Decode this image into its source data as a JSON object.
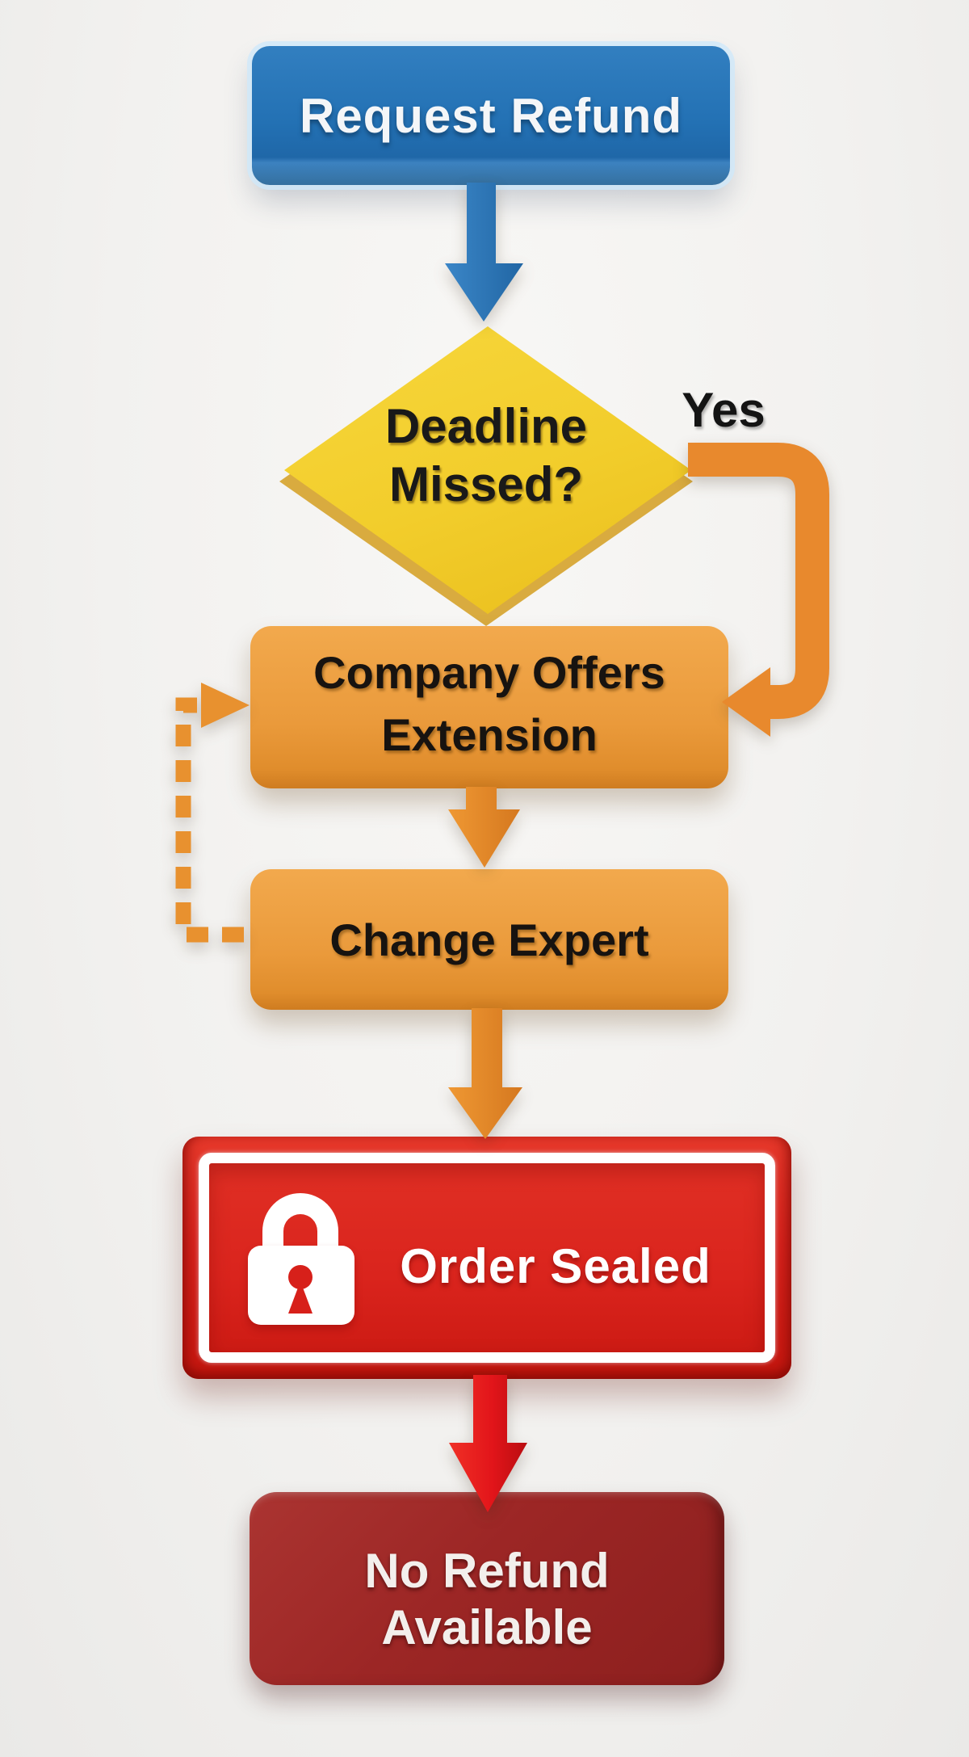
{
  "diagram": {
    "type": "flowchart",
    "background_color": "#f2f1ef"
  },
  "nodes": {
    "request_refund": {
      "label": "Request Refund",
      "shape": "rounded-rectangle",
      "fill": "#2371b4",
      "text_color": "#ffffff"
    },
    "deadline_missed": {
      "line1": "Deadline",
      "line2": "Missed?",
      "shape": "diamond",
      "fill": "#f2cd2b",
      "text_color": "#1a1a1a"
    },
    "company_offers_extension": {
      "line1": "Company Offers",
      "line2": "Extension",
      "shape": "rounded-rectangle",
      "fill": "#ea9a3b",
      "text_color": "#1a1a1a"
    },
    "change_expert": {
      "label": "Change Expert",
      "shape": "rounded-rectangle",
      "fill": "#ea9a3b",
      "text_color": "#1a1a1a"
    },
    "order_sealed": {
      "label": "Order Sealed",
      "shape": "bordered-rectangle",
      "fill": "#d8231d",
      "border_color": "#ffffff",
      "icon": "lock-icon",
      "text_color": "#ffffff"
    },
    "no_refund_available": {
      "line1": "No Refund",
      "line2": "Available",
      "shape": "rounded-rectangle",
      "fill": "#9c2625",
      "text_color": "#ffffff"
    }
  },
  "edges": {
    "yes_label": "Yes",
    "arrows": [
      {
        "from": "request_refund",
        "to": "deadline_missed",
        "color": "#2b77b9",
        "style": "solid"
      },
      {
        "from": "deadline_missed",
        "to": "company_offers_extension",
        "label": "Yes",
        "color": "#e8892d",
        "style": "solid-elbow-right"
      },
      {
        "from": "company_offers_extension",
        "to": "change_expert",
        "color": "#e2862c",
        "style": "solid"
      },
      {
        "from": "change_expert",
        "to": "company_offers_extension",
        "color": "#e8912f",
        "style": "dashed-loop-left"
      },
      {
        "from": "change_expert",
        "to": "order_sealed",
        "color": "#e2862c",
        "style": "solid"
      },
      {
        "from": "order_sealed",
        "to": "no_refund_available",
        "color": "#e2151a",
        "style": "solid"
      }
    ]
  }
}
